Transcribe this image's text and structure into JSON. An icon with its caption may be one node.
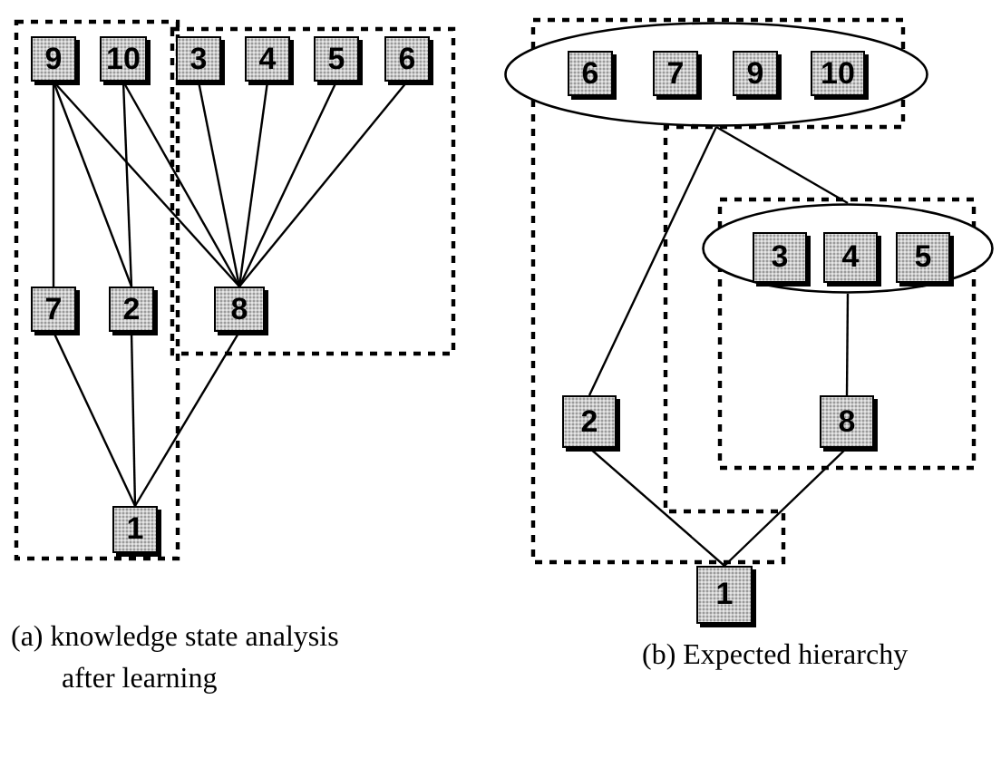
{
  "diagram": {
    "nodes": [
      {
        "text": [
          "9"
        ]
      },
      {
        "text": [
          "10"
        ]
      },
      {
        "text": [
          "3"
        ]
      },
      {
        "text": [
          "4"
        ]
      },
      {
        "text": [
          "5"
        ]
      },
      {
        "text": [
          "6"
        ]
      },
      {
        "text": [
          "7"
        ]
      },
      {
        "text": [
          "2"
        ]
      },
      {
        "text": [
          "8"
        ]
      },
      {
        "text": [
          "1"
        ]
      },
      {
        "text": [],
        "shape": "ellipse"
      },
      {
        "text": [
          "6"
        ],
        "in": 10
      },
      {
        "text": [
          "7"
        ],
        "in": 10
      },
      {
        "text": [
          "9"
        ],
        "in": 10
      },
      {
        "text": [
          "10"
        ],
        "in": 10
      },
      {
        "text": [],
        "shape": "ellipse"
      },
      {
        "text": [
          "3"
        ],
        "in": 15
      },
      {
        "text": [
          "4"
        ],
        "in": 15
      },
      {
        "text": [
          "5"
        ],
        "in": 15
      },
      {
        "text": [
          "2"
        ]
      },
      {
        "text": [
          "8"
        ]
      },
      {
        "text": [
          "1"
        ]
      }
    ],
    "edges": [
      {
        "from": 0,
        "to": 6,
        "arrow": "none"
      },
      {
        "from": 0,
        "to": 7,
        "arrow": "none"
      },
      {
        "from": 0,
        "to": 8,
        "arrow": "none"
      },
      {
        "from": 1,
        "to": 7,
        "arrow": "none"
      },
      {
        "from": 1,
        "to": 8,
        "arrow": "none"
      },
      {
        "from": 2,
        "to": 8,
        "arrow": "none"
      },
      {
        "from": 3,
        "to": 8,
        "arrow": "none"
      },
      {
        "from": 4,
        "to": 8,
        "arrow": "none"
      },
      {
        "from": 5,
        "to": 8,
        "arrow": "none"
      },
      {
        "from": 6,
        "to": 9,
        "arrow": "none"
      },
      {
        "from": 7,
        "to": 9,
        "arrow": "none"
      },
      {
        "from": 8,
        "to": 9,
        "arrow": "none"
      },
      {
        "from": 10,
        "to": 19,
        "arrow": "none"
      },
      {
        "from": 10,
        "to": 15,
        "arrow": "none"
      },
      {
        "from": 15,
        "to": 20,
        "arrow": "none"
      },
      {
        "from": 19,
        "to": 21,
        "arrow": "none"
      },
      {
        "from": 20,
        "to": 21,
        "arrow": "none"
      }
    ],
    "labels": [
      "(a) knowledge state analysis after learning",
      "(b) Expected hierarchy"
    ]
  }
}
